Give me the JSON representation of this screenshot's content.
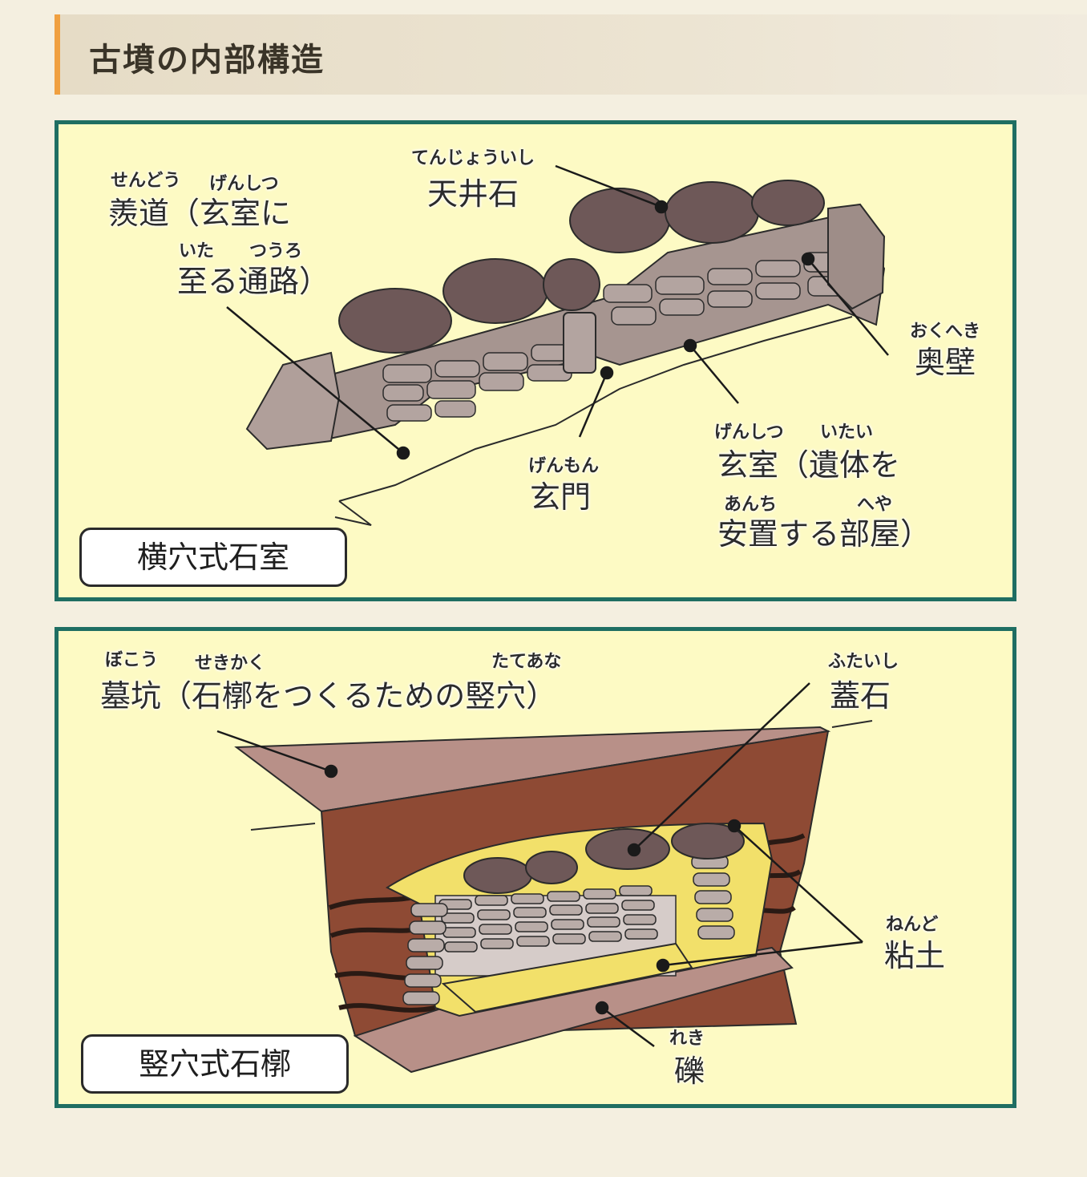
{
  "title": "古墳の内部構造",
  "panels": {
    "yokoana": {
      "name": "横穴式石室",
      "labels": {
        "sendo": {
          "ruby1": "せんどう",
          "ruby2": "げんしつ",
          "line1": "羨道（玄室に",
          "ruby3": "いた",
          "ruby4": "つうろ",
          "line2": "至る通路）"
        },
        "tenjoishi": {
          "ruby": "てんじょういし",
          "text": "天井石"
        },
        "okukabe": {
          "ruby": "おくへき",
          "text": "奥壁"
        },
        "genmon": {
          "ruby": "げんもん",
          "text": "玄門"
        },
        "genshitsu": {
          "ruby1": "げんしつ",
          "ruby2": "いたい",
          "line1": "玄室（遺体を",
          "ruby3": "あんち",
          "ruby4": "へや",
          "line2": "安置する部屋）"
        }
      }
    },
    "tateana": {
      "name": "竪穴式石槨",
      "labels": {
        "boko": {
          "ruby1": "ぼこう",
          "ruby2": "せきかく",
          "ruby3": "たてあな",
          "text": "墓坑（石槨をつくるための竪穴）"
        },
        "futaishi": {
          "ruby": "ふたいし",
          "text": "蓋石"
        },
        "nendo": {
          "ruby": "ねんど",
          "text": "粘土"
        },
        "reki": {
          "ruby": "れき",
          "text": "礫"
        }
      }
    }
  },
  "colors": {
    "panel_bg": "#fdfac4",
    "panel_border": "#1f6e62",
    "accent": "#f0a040",
    "stone_dark": "#6e5858",
    "stone_light": "#a69590",
    "soil": "#8e4a34",
    "clay": "#f2e06a"
  }
}
